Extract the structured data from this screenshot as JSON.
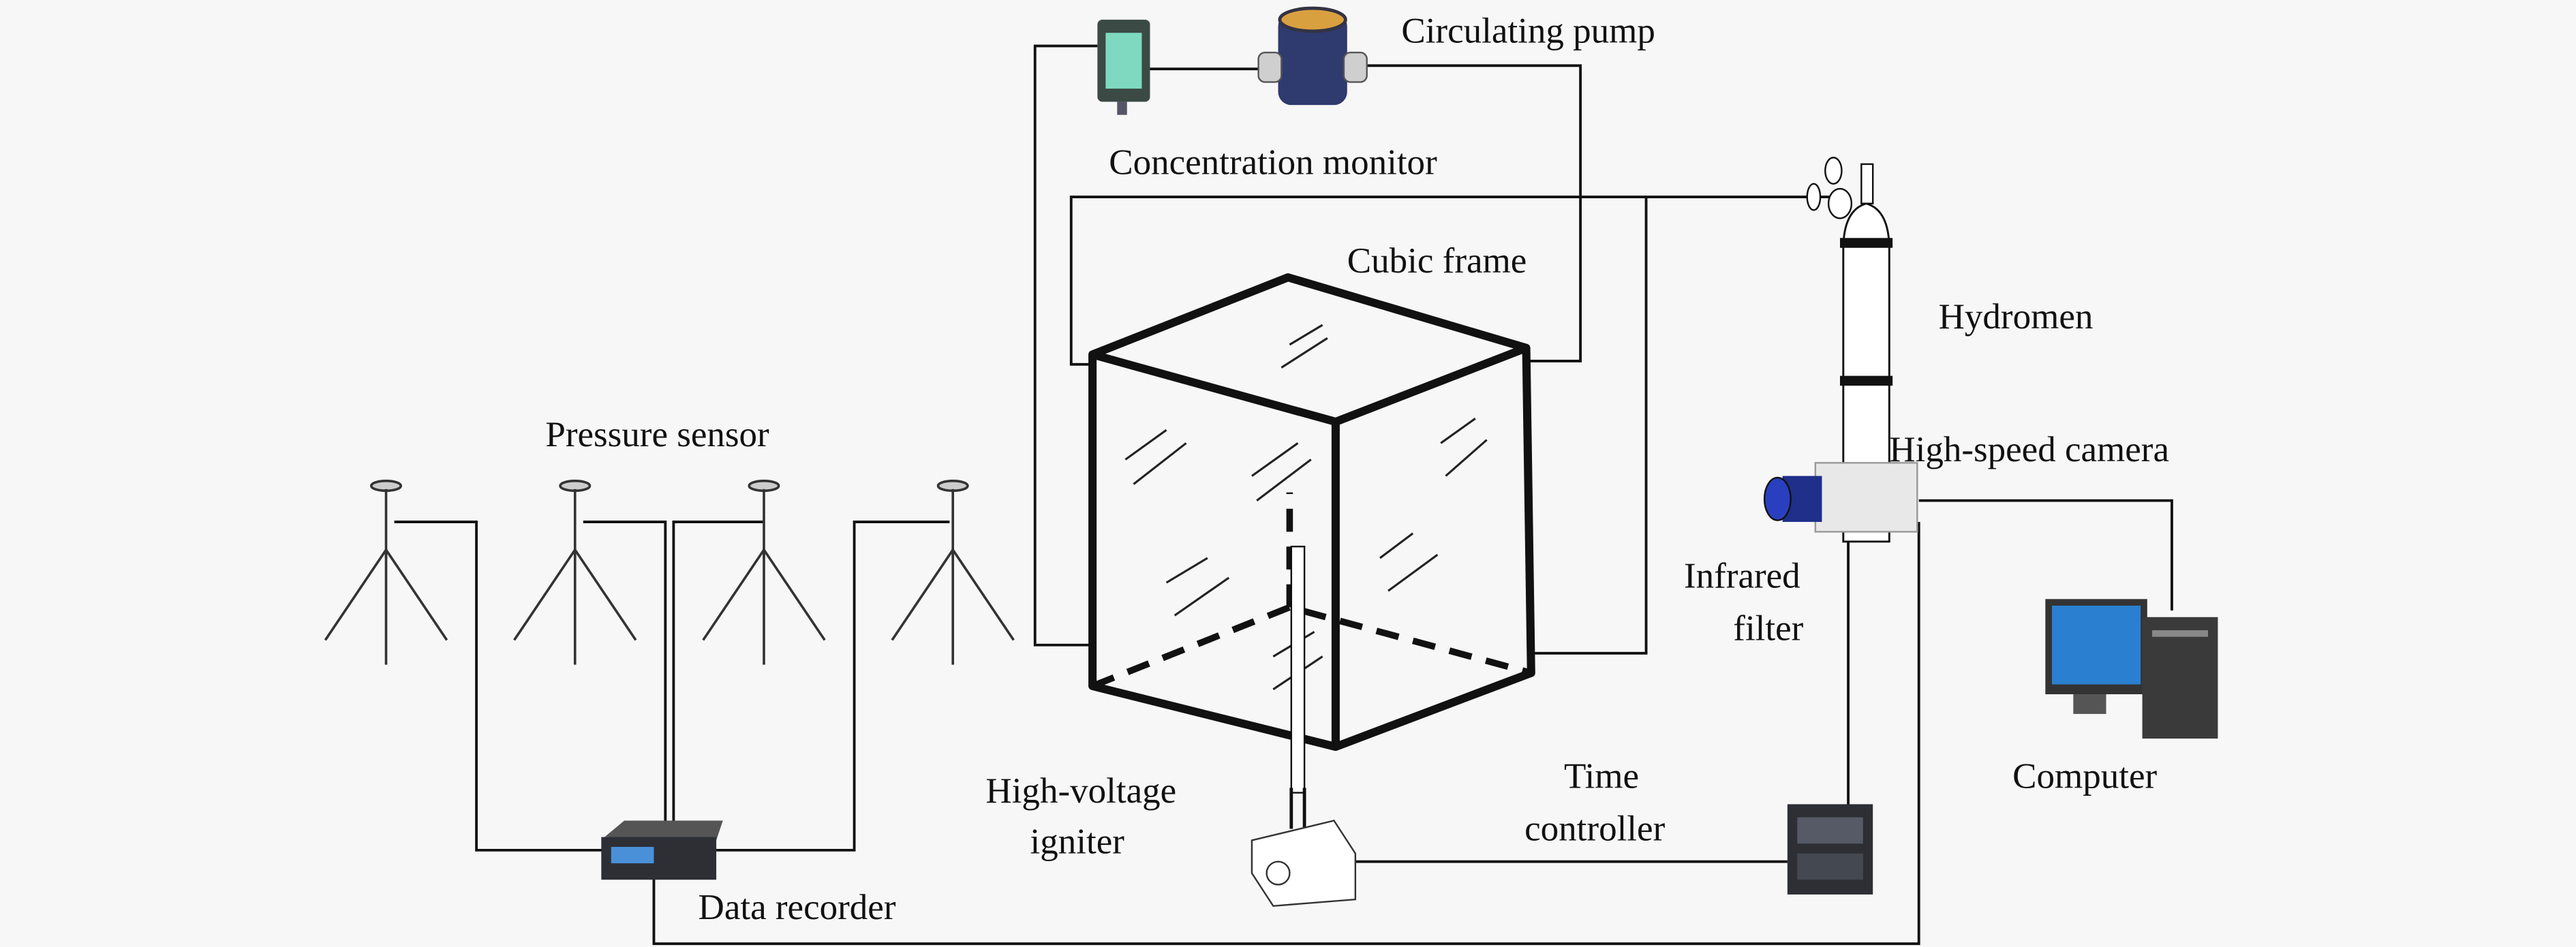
{
  "labels": {
    "circulating_pump": "Circulating pump",
    "concentration_monitor": "Concentration monitor",
    "cubic_frame": "Cubic frame",
    "hydromen": "Hydromen",
    "high_speed_camera": "High-speed camera",
    "pressure_sensor": "Pressure sensor",
    "infrared_line1": "Infrared",
    "infrared_line2": "filter",
    "computer": "Computer",
    "time_line1": "Time",
    "time_line2": "controller",
    "igniter_line1": "High-voltage",
    "igniter_line2": "igniter",
    "data_recorder": "Data recorder"
  },
  "colors": {
    "background": "#f7f7f7",
    "pump_body": "#2f3a6e",
    "monitor_screen": "#7fd9c0",
    "camera_lens": "#1f2f8a",
    "computer_screen": "#2a7fd0"
  }
}
